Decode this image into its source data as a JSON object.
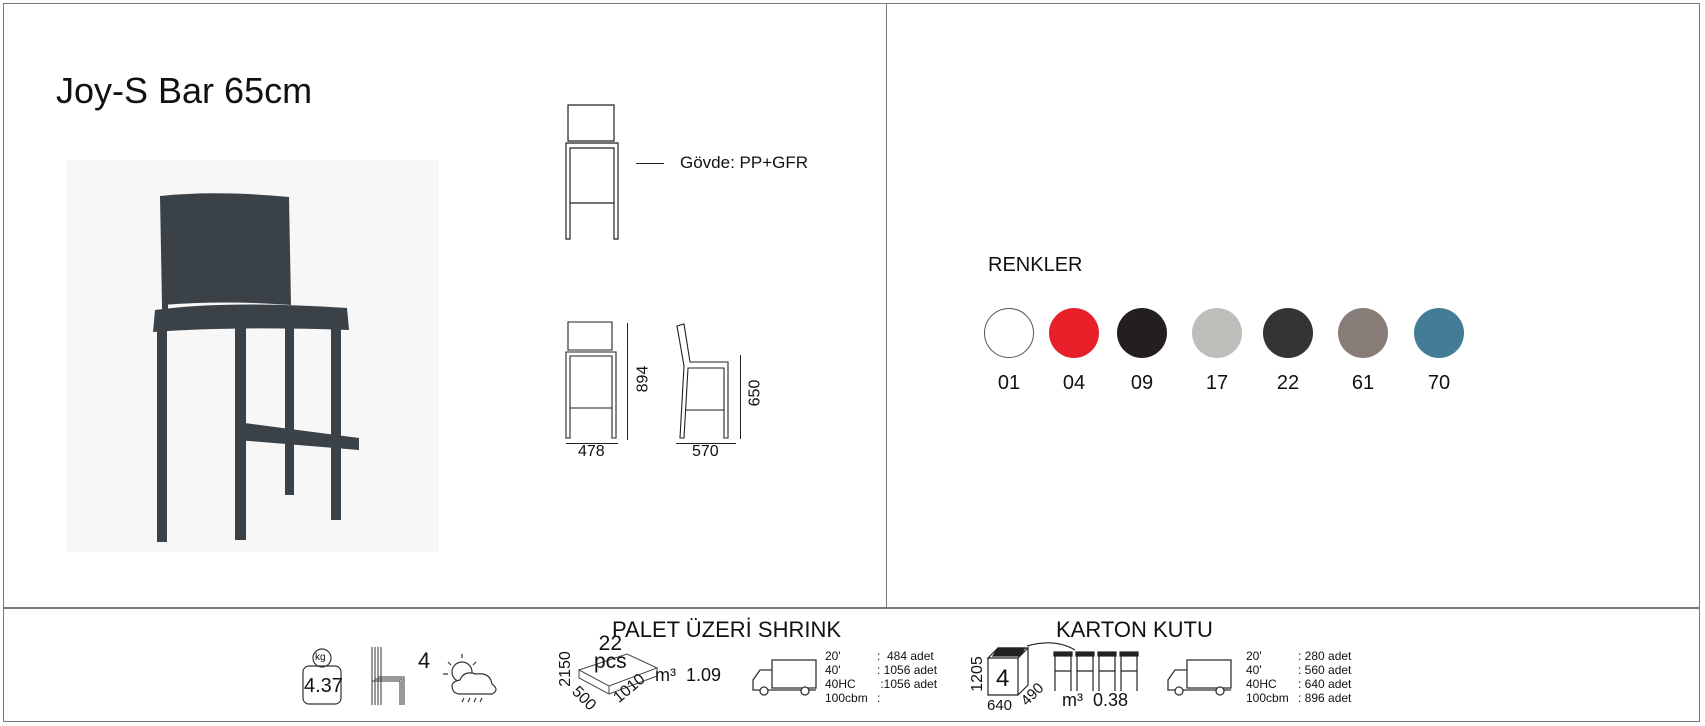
{
  "product": {
    "title": "Joy-S Bar 65cm",
    "material_label": "Gövde:",
    "material_value": "PP+GFR"
  },
  "dimensions": {
    "height": "894",
    "width": "478",
    "seat_height": "650",
    "depth": "570"
  },
  "colors": {
    "heading": "RENKLER",
    "items": [
      {
        "code": "01",
        "hex": "#ffffff"
      },
      {
        "code": "04",
        "hex": "#e8202a"
      },
      {
        "code": "09",
        "hex": "#231f20"
      },
      {
        "code": "17",
        "hex": "#bebdb9"
      },
      {
        "code": "22",
        "hex": "#333435"
      },
      {
        "code": "61",
        "hex": "#877c78"
      },
      {
        "code": "70",
        "hex": "#437d95"
      }
    ]
  },
  "specs": {
    "weight_unit": "kg",
    "weight": "4.37",
    "stack": "4"
  },
  "pallet": {
    "heading": "PALET ÜZERİ SHRINK",
    "pcs": "22",
    "pcs_label": "pcs",
    "height": "2150",
    "width": "500",
    "length": "1010",
    "volume_label": "m³",
    "volume": "1.09",
    "containers": [
      {
        "type": "20'",
        "value": ":  484 adet"
      },
      {
        "type": "40'",
        "value": ": 1056 adet"
      },
      {
        "type": "40HC",
        "value": " :1056 adet"
      },
      {
        "type": "100cbm",
        "value": ":"
      }
    ]
  },
  "carton": {
    "heading": "KARTON KUTU",
    "qty": "4",
    "height": "1205",
    "width": "640",
    "depth": "490",
    "volume_label": "m³",
    "volume": "0.38",
    "containers": [
      {
        "type": "20'",
        "value": ": 280 adet"
      },
      {
        "type": "40'",
        "value": ": 560 adet"
      },
      {
        "type": "40HC",
        "value": ": 640 adet"
      },
      {
        "type": "100cbm",
        "value": ": 896 adet"
      }
    ]
  }
}
